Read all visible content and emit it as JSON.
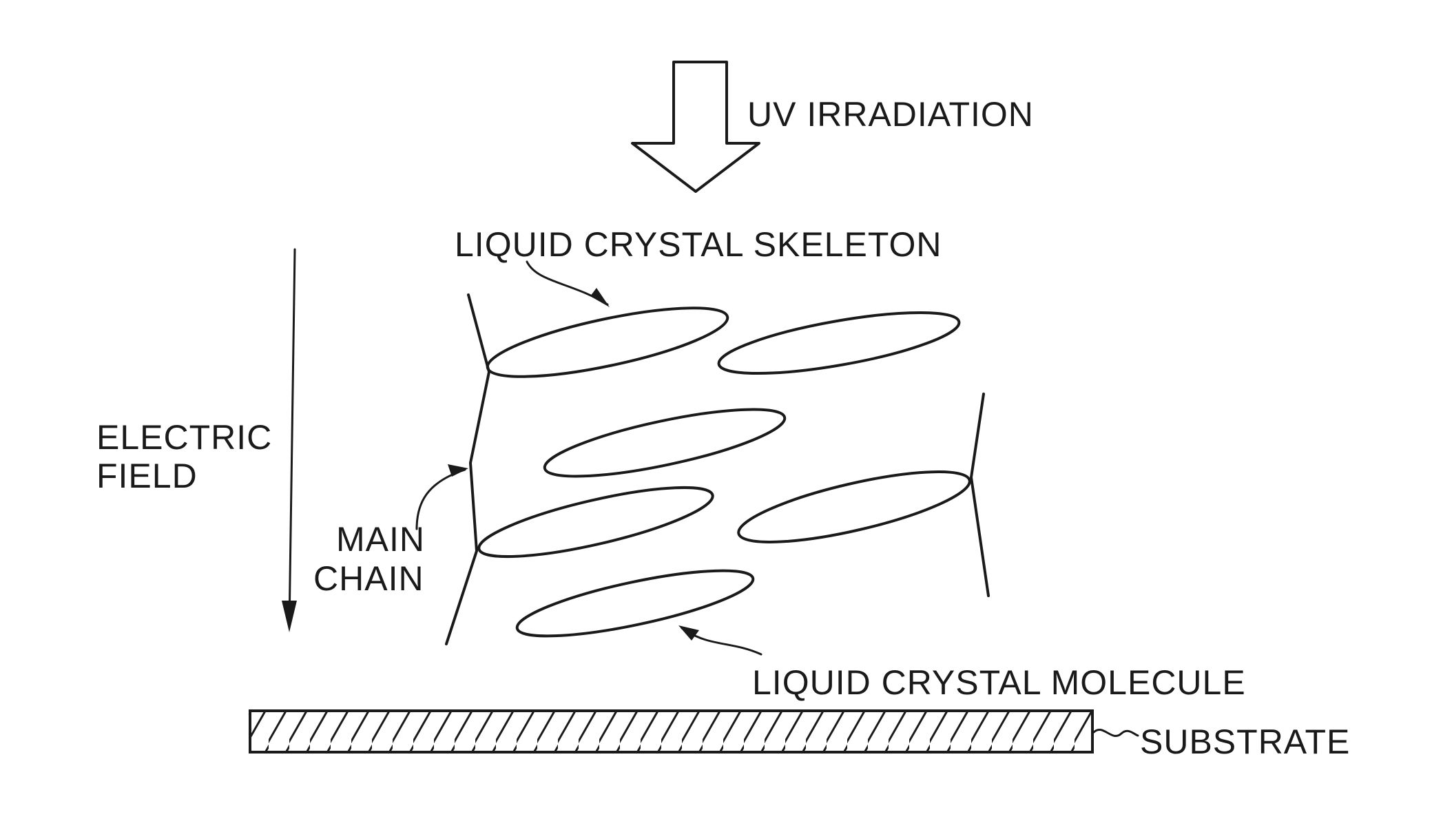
{
  "labels": {
    "uv_irradiation": "UV IRRADIATION",
    "lc_skeleton": "LIQUID CRYSTAL SKELETON",
    "electric_field_1": "ELECTRIC",
    "electric_field_2": "FIELD",
    "main_chain_1": "MAIN",
    "main_chain_2": "CHAIN",
    "lc_molecule": "LIQUID CRYSTAL MOLECULE",
    "substrate": "SUBSTRATE"
  }
}
